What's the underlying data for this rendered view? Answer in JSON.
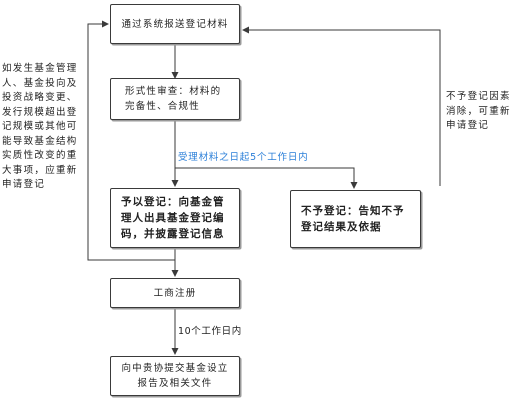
{
  "diagram": {
    "nodes": {
      "submit": "通过系统报送登记材料",
      "formal_review": "形式性审查：材料的完备性、合规性",
      "register": "予以登记：向基金管理人出具基金登记编码，并披露登记信息",
      "not_register": "不予登记：告知不予登记结果及依据",
      "business_registration": "工商注册",
      "report": "向中贵协提交基金设立报告及相关文件"
    },
    "edge_labels": {
      "five_days": "受理材料之日起5个工作日内",
      "ten_days": "10个工作日内"
    },
    "notes": {
      "left": "如发生基金管理人、基金投向及投资战略变更、发行规模超出登记规模或其他可能导致基金结构实质性改变的重大事项，应重新申请登记",
      "right": "不予登记因素消除，可重新申请登记"
    },
    "colors": {
      "edge_label": "#2b7fd8",
      "line": "#3a3a3a"
    }
  }
}
